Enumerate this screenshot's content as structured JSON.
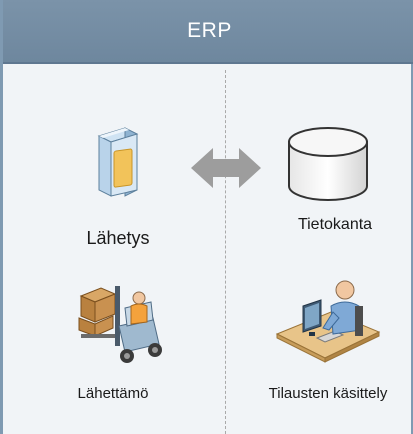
{
  "header": {
    "title": "ERP"
  },
  "nodes": {
    "lahetys": "Lähetys",
    "tietokanta": "Tietokanta",
    "lahettamo": "Lähettämö",
    "tilausten_kasittely": "Tilausten käsittely"
  },
  "icons": {
    "lahetys": "package-box-icon",
    "tietokanta": "database-cylinder-icon",
    "lahettamo": "forklift-worker-icon",
    "tilausten_kasittely": "desk-worker-computer-icon",
    "connector": "double-arrow-icon"
  },
  "colors": {
    "header": "#7389a0",
    "background": "#f1f4f7",
    "arrow": "#9b9b9b"
  }
}
